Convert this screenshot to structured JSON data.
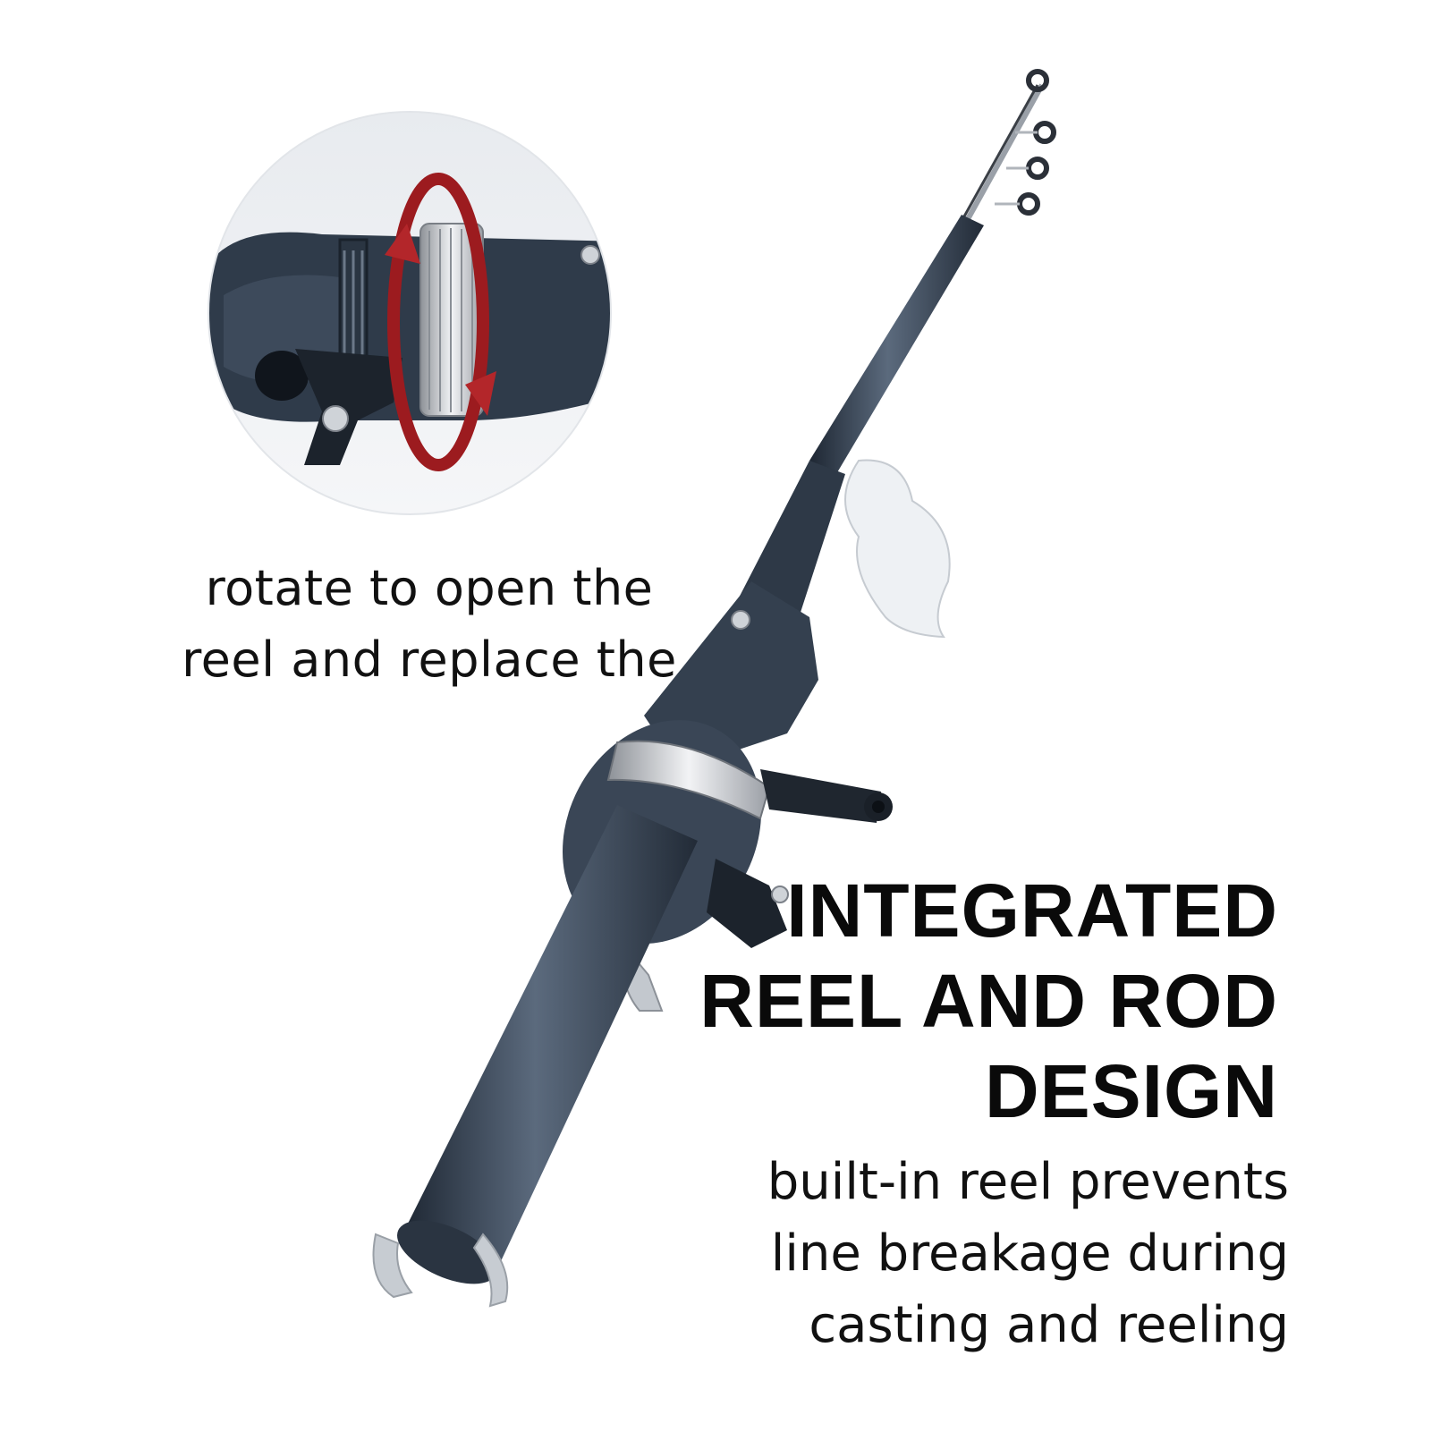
{
  "colors": {
    "background": "#ffffff",
    "rod_body": "#34404f",
    "rod_highlight": "#5b6a7d",
    "arrow": "#9c1b1f",
    "chrome": "#c9ccd1",
    "text": "#111111"
  },
  "inset": {
    "icon": "rotate-arrow-icon"
  },
  "caption": {
    "line1": "rotate to open the",
    "line2": "reel and replace the"
  },
  "headline": {
    "line1": "INTEGRATED",
    "line2": "REEL AND ROD",
    "line3": "DESIGN"
  },
  "description": {
    "line1": "built-in reel prevents",
    "line2": "line breakage during",
    "line3": "casting and reeling"
  }
}
